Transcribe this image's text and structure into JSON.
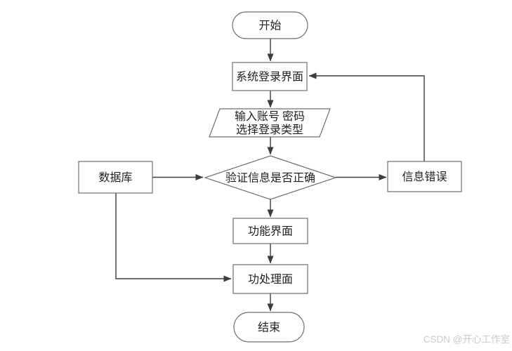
{
  "diagram": {
    "type": "flowchart",
    "nodes": {
      "start": {
        "shape": "terminator",
        "label": "开始"
      },
      "login": {
        "shape": "process",
        "label": "系统登录界面"
      },
      "input": {
        "shape": "input-output",
        "lines": [
          "输入账号 密码",
          "选择登录类型"
        ]
      },
      "verify": {
        "shape": "decision",
        "label": "验证信息是否正确"
      },
      "database": {
        "shape": "process",
        "label": "数据库"
      },
      "error": {
        "shape": "process",
        "label": "信息错误"
      },
      "function": {
        "shape": "process",
        "label": "功能界面"
      },
      "process": {
        "shape": "process",
        "label": "功处理面"
      },
      "end": {
        "shape": "terminator",
        "label": "结束"
      }
    },
    "edges": [
      {
        "from": "start",
        "to": "login"
      },
      {
        "from": "login",
        "to": "input"
      },
      {
        "from": "input",
        "to": "verify"
      },
      {
        "from": "verify",
        "to": "function"
      },
      {
        "from": "verify",
        "to": "error"
      },
      {
        "from": "error",
        "to": "login"
      },
      {
        "from": "database",
        "to": "verify"
      },
      {
        "from": "database",
        "to": "process"
      },
      {
        "from": "function",
        "to": "process"
      },
      {
        "from": "process",
        "to": "end"
      }
    ],
    "colors": {
      "background": "#ffffff",
      "node_fill": "#ffffff",
      "node_border": "#6f6f6f",
      "edge": "#3d3d3d",
      "text": "#1f1f1f",
      "watermark": "#cbcbcb"
    }
  },
  "watermark": {
    "text": "CSDN @开心工作室"
  }
}
